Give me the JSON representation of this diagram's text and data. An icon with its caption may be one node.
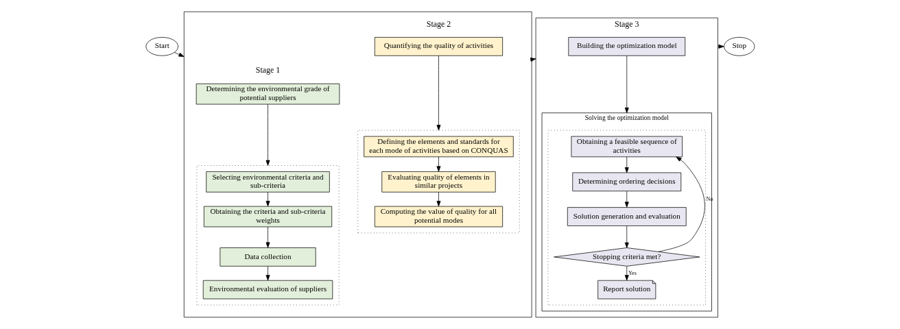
{
  "diagram": {
    "nodes": [
      {
        "text": [
          "Start"
        ]
      },
      {
        "text": [
          "Stage 1",
          "Stage 2"
        ]
      },
      {
        "text": [
          "Determining the environmental grade of potential suppliers"
        ],
        "in": 1
      },
      {
        "text": [],
        "shape": "box",
        "in": 1
      },
      {
        "text": [
          "Selecting environmental criteria and sub-criteria"
        ],
        "in": 3
      },
      {
        "text": [
          "Obtaining the criteria and sub-criteria weights"
        ],
        "in": 3
      },
      {
        "text": [
          "Data collection"
        ],
        "in": 3
      },
      {
        "text": [
          "Environmental evaluation of suppliers"
        ],
        "in": 3
      },
      {
        "text": [
          "Quantifying the quality of activities"
        ],
        "in": 1
      },
      {
        "text": [],
        "shape": "box",
        "in": 1
      },
      {
        "text": [
          "Defining the elements and standards for each mode of activities based on CONQUAS"
        ],
        "in": 9
      },
      {
        "text": [
          "Evaluating quality of elements in similar projects"
        ],
        "in": 9
      },
      {
        "text": [
          "Computing the value of quality for all potential modes"
        ],
        "in": 9
      },
      {
        "text": [
          "Stage 3"
        ]
      },
      {
        "text": [
          "Building the optimization model"
        ],
        "in": 13
      },
      {
        "text": [
          "Solving the optimization model"
        ],
        "in": 13
      },
      {
        "text": [],
        "shape": "box",
        "in": 15
      },
      {
        "text": [
          "Obtaining a feasible sequence of activities"
        ],
        "in": 16
      },
      {
        "text": [
          "Determining ordering decisions"
        ],
        "in": 16
      },
      {
        "text": [
          "Solution generation and evaluation"
        ],
        "in": 16
      },
      {
        "text": [
          "Stopping criteria met?"
        ],
        "in": 16
      },
      {
        "text": [
          "Report solution"
        ],
        "in": 16
      },
      {
        "text": [
          "Stop"
        ]
      }
    ],
    "edges": [
      {
        "from": 0,
        "to": 1,
        "arrow": "to"
      },
      {
        "from": 2,
        "to": 3,
        "arrow": "to"
      },
      {
        "from": 4,
        "to": 5,
        "arrow": "to"
      },
      {
        "from": 5,
        "to": 6,
        "arrow": "to"
      },
      {
        "from": 6,
        "to": 7,
        "arrow": "to"
      },
      {
        "from": 8,
        "to": 9,
        "arrow": "to"
      },
      {
        "from": 10,
        "to": 11,
        "arrow": "to"
      },
      {
        "from": 11,
        "to": 12,
        "arrow": "to"
      },
      {
        "from": 1,
        "to": 13,
        "arrow": "to"
      },
      {
        "from": 14,
        "to": 15,
        "arrow": "to"
      },
      {
        "from": 17,
        "to": 18,
        "arrow": "to"
      },
      {
        "from": 18,
        "to": 19,
        "arrow": "to"
      },
      {
        "from": 19,
        "to": 20,
        "arrow": "to"
      },
      {
        "from": 20,
        "to": 17,
        "arrow": "to",
        "label": "No"
      },
      {
        "from": 20,
        "to": 21,
        "arrow": "to",
        "label": "Yes"
      },
      {
        "from": 13,
        "to": 22,
        "arrow": "to"
      }
    ]
  }
}
